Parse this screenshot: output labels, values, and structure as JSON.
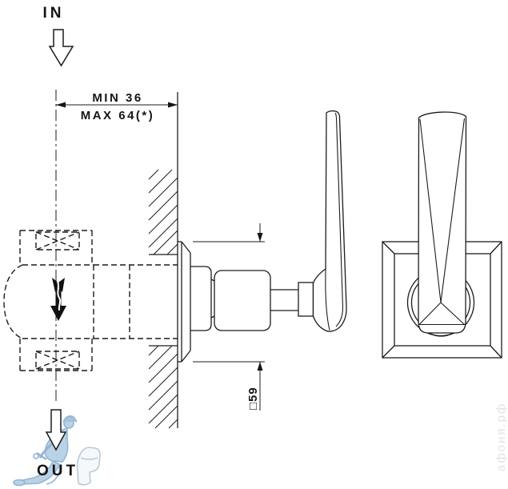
{
  "flow": {
    "in_label": "IN",
    "out_label": "OUT"
  },
  "dimensions": {
    "wall_depth_min": "MIN 36",
    "wall_depth_max": "MAX 64(*)",
    "plate_size": "□59"
  },
  "watermark": {
    "site_text": "афоня.рф"
  },
  "colors": {
    "line": "#1c1c1c",
    "dimension_text": "#161616",
    "watermark_text": "#e3e3e3",
    "plumber_light_blue": "#aac7e0",
    "plumber_outline": "#7aa3c8",
    "background": "#ffffff"
  }
}
